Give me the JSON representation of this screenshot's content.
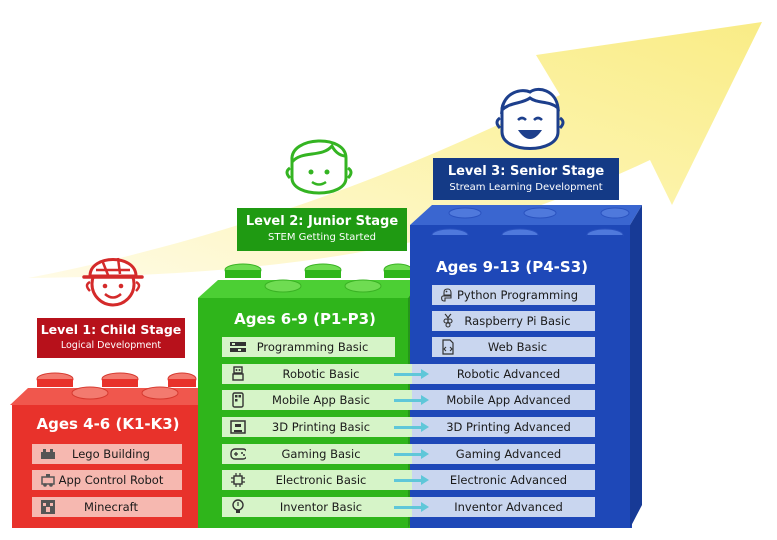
{
  "levels": [
    {
      "title": "Level 1: Child Stage",
      "subtitle": "Logical Development",
      "ages": "Ages 4-6 (K1-K3)",
      "color": "#e8322b",
      "courses": [
        {
          "icon": "lego-brick-icon",
          "label": "Lego Building"
        },
        {
          "icon": "robot-car-icon",
          "label": "App Control Robot"
        },
        {
          "icon": "creeper-icon",
          "label": "Minecraft"
        }
      ]
    },
    {
      "title": "Level 2: Junior Stage",
      "subtitle": "STEM Getting Started",
      "ages": "Ages 6-9 (P1-P3)",
      "color": "#2fb51b",
      "courses": [
        {
          "icon": "code-blocks-icon",
          "label": "Programming Basic"
        },
        {
          "icon": "robot-icon",
          "label": "Robotic Basic"
        },
        {
          "icon": "mobile-app-icon",
          "label": "Mobile App Basic"
        },
        {
          "icon": "3d-printer-icon",
          "label": "3D Printing Basic"
        },
        {
          "icon": "gamepad-icon",
          "label": "Gaming Basic"
        },
        {
          "icon": "chip-icon",
          "label": "Electronic Basic"
        },
        {
          "icon": "lightbulb-icon",
          "label": "Inventor Basic"
        }
      ]
    },
    {
      "title": "Level 3: Senior Stage",
      "subtitle": "Stream Learning Development",
      "ages": "Ages 9-13 (P4-S3)",
      "color": "#1e48b8",
      "courses": [
        {
          "icon": "python-icon",
          "label": "Python Programming"
        },
        {
          "icon": "raspberry-pi-icon",
          "label": "Raspberry Pi Basic"
        },
        {
          "icon": "web-code-icon",
          "label": "Web Basic"
        },
        {
          "icon": "",
          "label": "Robotic Advanced"
        },
        {
          "icon": "",
          "label": "Mobile App Advanced"
        },
        {
          "icon": "",
          "label": "3D Printing Advanced"
        },
        {
          "icon": "",
          "label": "Gaming Advanced"
        },
        {
          "icon": "",
          "label": "Electronic Advanced"
        },
        {
          "icon": "",
          "label": "Inventor Advanced"
        }
      ]
    }
  ],
  "colors": {
    "trend_arrow": "#fbf2a4",
    "progress_arrow": "#5fc7d9",
    "level1_label": "#b7111b",
    "level2_label": "#1f9a12",
    "level3_label": "#143a86"
  }
}
